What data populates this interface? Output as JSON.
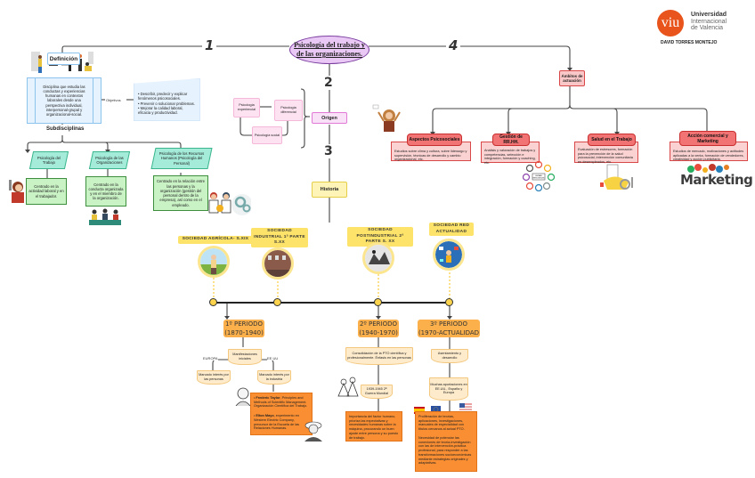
{
  "central_topic": "Psicología del trabajo y de las organizaciones.",
  "branch_numbers": [
    "1",
    "2",
    "3",
    "4"
  ],
  "branding": {
    "university_line1": "Universidad",
    "university_line2": "Internacional",
    "university_line3": "de Valencia",
    "logo_text": "viu",
    "author": "DAVID TORRES MONTEJO",
    "brand_color": "#e8541c"
  },
  "definicion": {
    "title": "Definición",
    "body": "Disciplina que estudia las conductas y experiencias humanas en contextos laborales desde una perspectiva individual, interpersonal-grupal y organizacional-social.",
    "objectives_label": "Objetivos",
    "objectives": [
      "• Describir, predecir y explicar fenómenos psicosociales.",
      "• Prevenir o solucionar problemas.",
      "• Mejorar la calidad laboral, eficacia y productividad."
    ],
    "subdisciplines_label": "Subdisciplinas",
    "subdisciplines": [
      {
        "name": "Psicología del Trabajo",
        "desc": "Centrado en la actividad laboral y en el trabajador."
      },
      {
        "name": "Psicología de las Organizaciones",
        "desc": "Centrado en la conducta organizada y en el miembro de la organización."
      },
      {
        "name": "Psicología de los Recursos Humanos (Psicología del Personal)",
        "desc": "Centrado en la relación entre las personas y la organización (gestión del personal dentro de la empresa), así como en el empleado."
      }
    ]
  },
  "origen": {
    "title": "Origen",
    "sources": [
      "Psicología experiencial",
      "Psicología diferencial",
      "Psicología social"
    ]
  },
  "historia": {
    "title": "Historia",
    "societies": [
      {
        "label": "SOCIEDAD AGRÍCOLA- S.XIX"
      },
      {
        "label": "SOCIEDAD INDUSTRIAL 1ª PARTE S.XX"
      },
      {
        "label": "SOCIEDAD POSTINDUSTRIAL 2ª PARTE S. XX"
      },
      {
        "label": "SOCIEDAD RED ACTUALIDAD"
      }
    ],
    "periods": [
      {
        "title": "1º PERIODO",
        "range": "(1870-1940)",
        "step1": "Manifestaciones iniciales",
        "left_label": "EUROPA",
        "left_text": "Marcado interés por las personas",
        "right_label": "EE.UU",
        "right_text": "Marcado interés por la industria",
        "detail": [
          {
            "bold": "Frederic Taylor",
            "text": ", Principles and Methods of Scientific Management. Organización Científica del Trabajo."
          },
          {
            "bold": "Elton Mayo",
            "text": ", experimento en Western Electric Company, precursor de la Escuela de las Relaciones Humanas."
          }
        ]
      },
      {
        "title": "2º PERIODO",
        "range": "(1940-1970)",
        "step1": "Consolidación de la PTO científica y profesionalmente. Énfasis en las personas",
        "step2": "1939-1945 2ª Guerra Mundial",
        "detail_text": "Importancia del factor humano, prioriza las expectativas y necesidades humanas sobre la máquina, procurando un buen ajuste entre persona y su puesto de trabajo."
      },
      {
        "title": "3º PERIODO",
        "range": "(1970-ACTUALIDAD",
        "step1": "Asentamiento y desarrollo",
        "step2": "Muchas aportaciones en EE.UU., España y Europa",
        "detail_text_1": "Proliferación de teorías, aplicaciones, investigaciones, manuales de especialidad con títulos cercanos al actual PTO.",
        "detail_text_2": "Necesidad de potenciar las conexiones de teoría-investigación con las de intervención-práctica profesional, para responder a las transformaciones socioeconómicas mediante estrategias originales y adaptativas."
      }
    ]
  },
  "ambitos": {
    "title": "Ámbitos de actuación",
    "items": [
      {
        "title": "Aspectos Psicosociales",
        "desc": "Estudios sobre clima y cultura, sobre liderazgo y supervisión, técnicas de desarrollo y cambio organizacional, etc."
      },
      {
        "title": "Gestión de RR.HH.",
        "desc": "Análisis y valoración de trabajos y competencias, selección e integración, formación y coaching, etc."
      },
      {
        "title": "Salud en el Trabajo",
        "desc": "Evaluación de estresores, formación para la prevención de la salud psicosocial, intervención comunitaria en desempleados, etc."
      },
      {
        "title": "Acción comercial y Marketing",
        "desc": "Estudios de mercado, motivaciones y actitudes aplicadas a la venta, formación de vendedores, creatividad y acción publicitaria."
      }
    ],
    "marketing_word": "Marketing",
    "hr_wheel_label": "HUMAN RESOURCES"
  }
}
